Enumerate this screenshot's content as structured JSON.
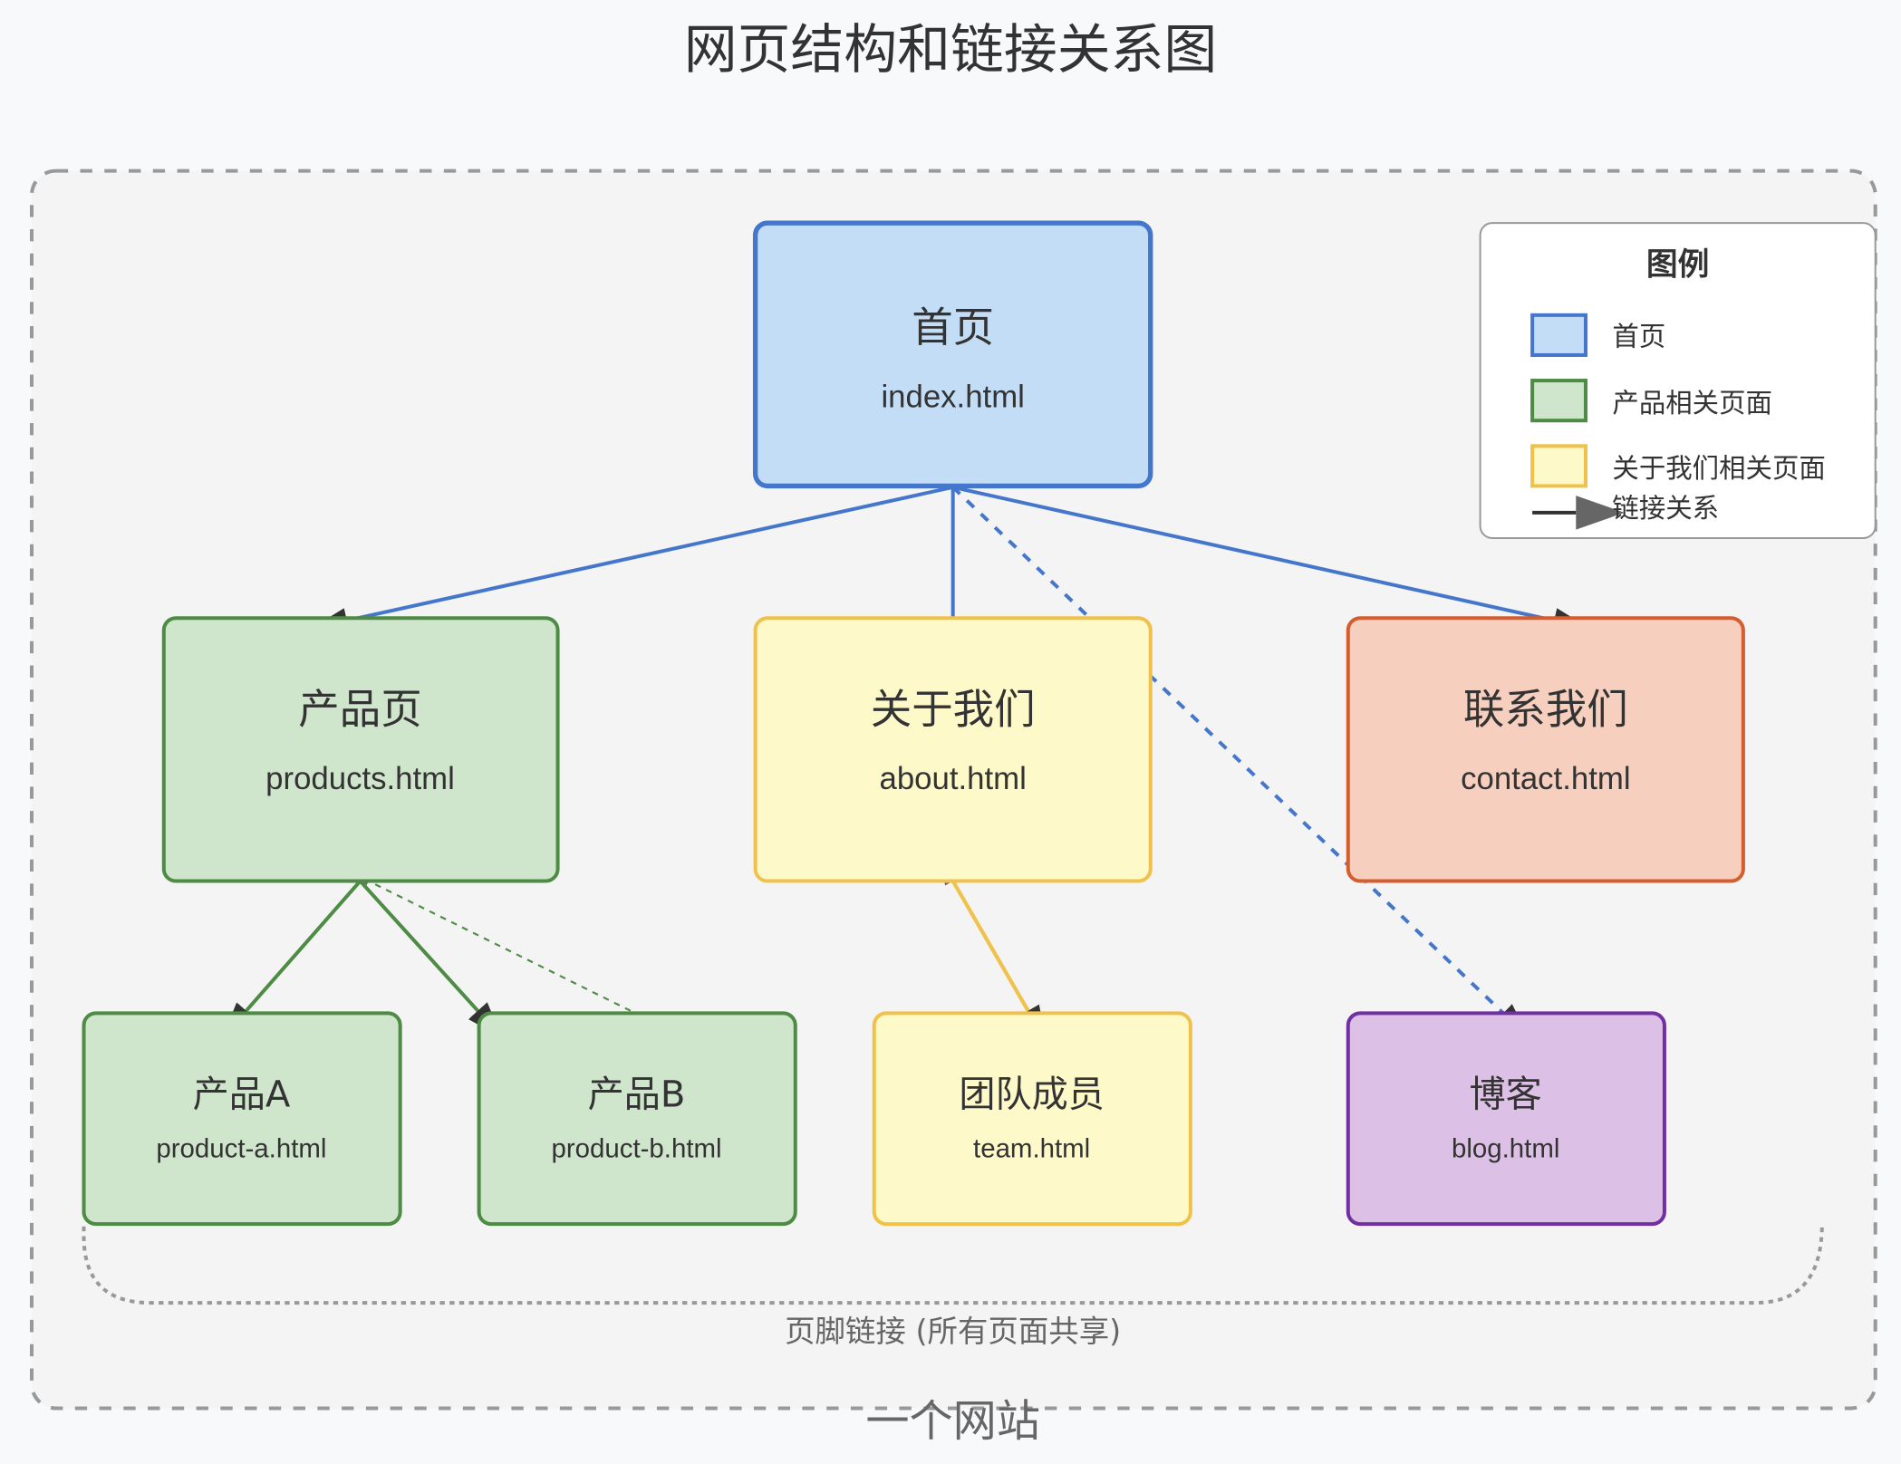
{
  "title": "网页结构和链接关系图",
  "container_label": "一个网站",
  "footer_label": "页脚链接 (所有页面共享)",
  "colors": {
    "home_fill": "#c3ddf6",
    "home_stroke": "#4477cc",
    "product_fill": "#cfe5cc",
    "product_stroke": "#4e8b45",
    "about_fill": "#fdf9c8",
    "about_stroke": "#f0c24c",
    "contact_fill": "#f6cfbf",
    "contact_stroke": "#d55d2e",
    "blog_fill": "#dcc0e5",
    "blog_stroke": "#7030a0",
    "arrowhead": "#333333",
    "arrowhead_small": "#666666"
  },
  "nodes": {
    "home": {
      "name": "首页",
      "file": "index.html"
    },
    "products": {
      "name": "产品页",
      "file": "products.html"
    },
    "about": {
      "name": "关于我们",
      "file": "about.html"
    },
    "contact": {
      "name": "联系我们",
      "file": "contact.html"
    },
    "product_a": {
      "name": "产品A",
      "file": "product-a.html"
    },
    "product_b": {
      "name": "产品B",
      "file": "product-b.html"
    },
    "team": {
      "name": "团队成员",
      "file": "team.html"
    },
    "blog": {
      "name": "博客",
      "file": "blog.html"
    }
  },
  "links": [
    {
      "from": "home",
      "to": "products",
      "style": "solid"
    },
    {
      "from": "home",
      "to": "about",
      "style": "solid"
    },
    {
      "from": "home",
      "to": "contact",
      "style": "solid"
    },
    {
      "from": "home",
      "to": "blog",
      "style": "dashed"
    },
    {
      "from": "products",
      "to": "product_a",
      "style": "solid"
    },
    {
      "from": "products",
      "to": "product_b",
      "style": "solid"
    },
    {
      "from": "product_b",
      "to": "products",
      "style": "dashed"
    },
    {
      "from": "about",
      "to": "team",
      "style": "solid"
    },
    {
      "from": "team",
      "to": "about",
      "style": "solid"
    }
  ],
  "legend": {
    "title": "图例",
    "items": [
      {
        "label": "首页",
        "swatch": "home"
      },
      {
        "label": "产品相关页面",
        "swatch": "product"
      },
      {
        "label": "关于我们相关页面",
        "swatch": "about"
      },
      {
        "label": "链接关系",
        "swatch": "arrow"
      }
    ]
  }
}
